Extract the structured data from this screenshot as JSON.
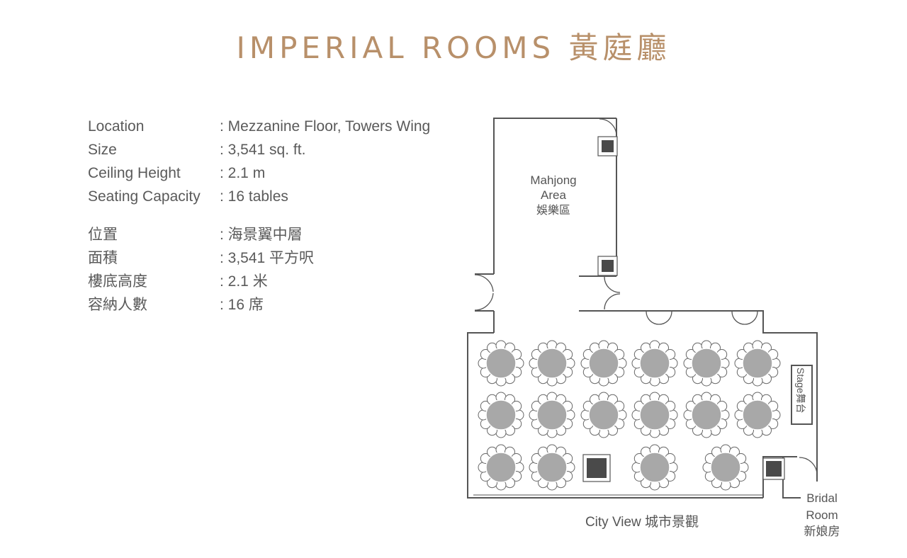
{
  "title": "IMPERIAL ROOMS  黃庭廳",
  "specs_en": [
    {
      "label": "Location",
      "value": ": Mezzanine Floor, Towers Wing"
    },
    {
      "label": "Size",
      "value": ": 3,541 sq. ft."
    },
    {
      "label": "Ceiling Height",
      "value": ": 2.1 m"
    },
    {
      "label": "Seating Capacity",
      "value": ": 16 tables"
    }
  ],
  "specs_zh": [
    {
      "label": "位置",
      "value": ": 海景翼中層"
    },
    {
      "label": "面積",
      "value": ": 3,541 平方呎"
    },
    {
      "label": "樓底高度",
      "value": ": 2.1 米"
    },
    {
      "label": "容納人數",
      "value": ": 16 席"
    }
  ],
  "plan": {
    "mahjong_en_1": "Mahjong",
    "mahjong_en_2": "Area",
    "mahjong_zh": "娛樂區",
    "stage": "Stage舞台",
    "bridal_en_1": "Bridal",
    "bridal_en_2": "Room",
    "bridal_zh": "新娘房",
    "city_view": "City View 城市景觀"
  },
  "colors": {
    "title": "#b8906a",
    "wall": "#555555",
    "table_fill": "#a8a8a8",
    "column_fill": "#4a4a4a"
  }
}
